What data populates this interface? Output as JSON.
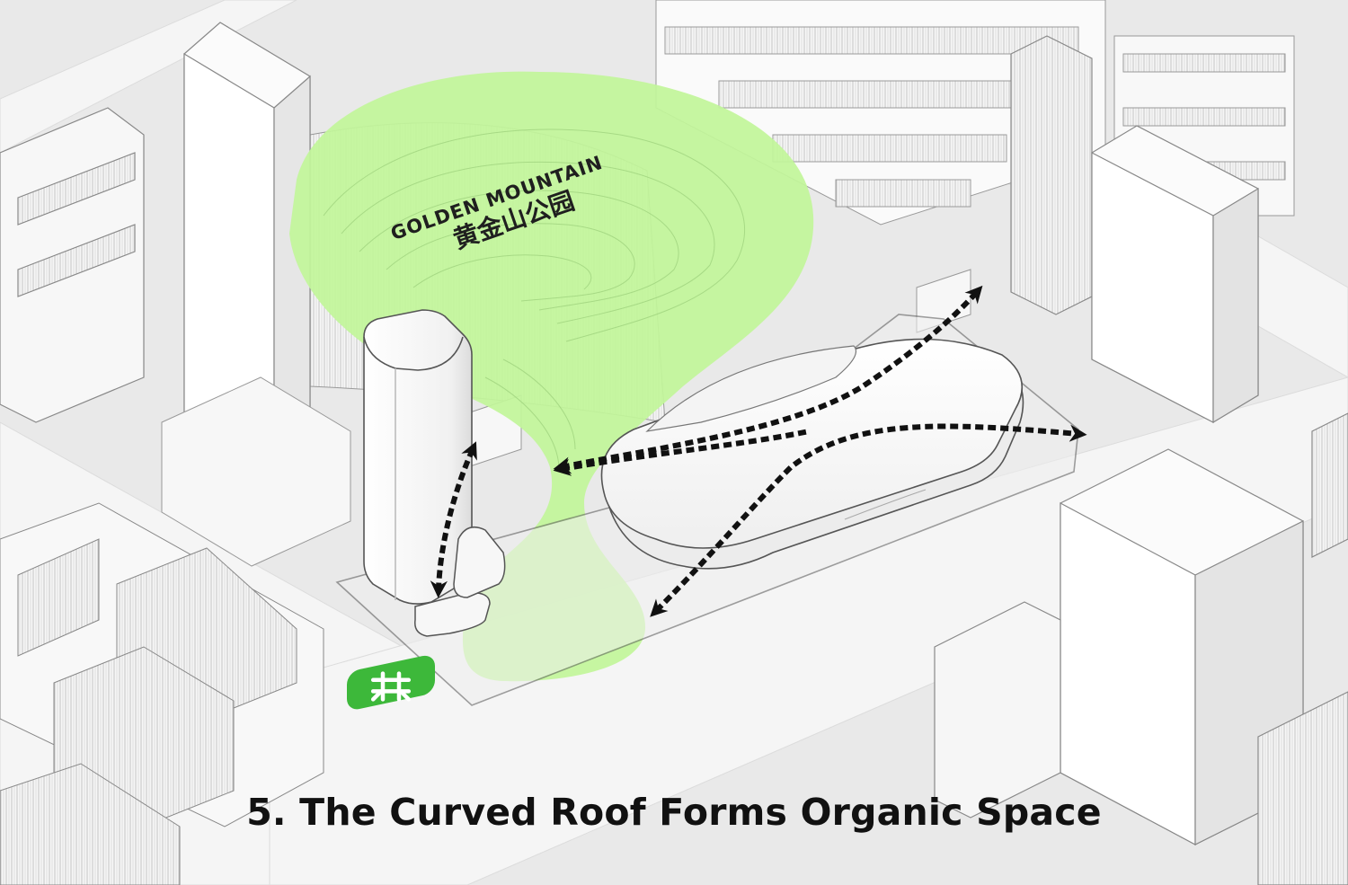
{
  "labels": {
    "park_name_en": "GOLDEN MOUNTAIN",
    "park_name_cn": "黄金山公园",
    "caption": "5. The Curved Roof Forms Organic Space"
  },
  "icons": {
    "metro": "metro-icon",
    "arrows": "double-headed-dashed-arrow"
  },
  "colors": {
    "park_green": "#c2f59a",
    "metro_green": "#3db83a",
    "arrow_black": "#111111",
    "ground": "#e9e9e9"
  }
}
